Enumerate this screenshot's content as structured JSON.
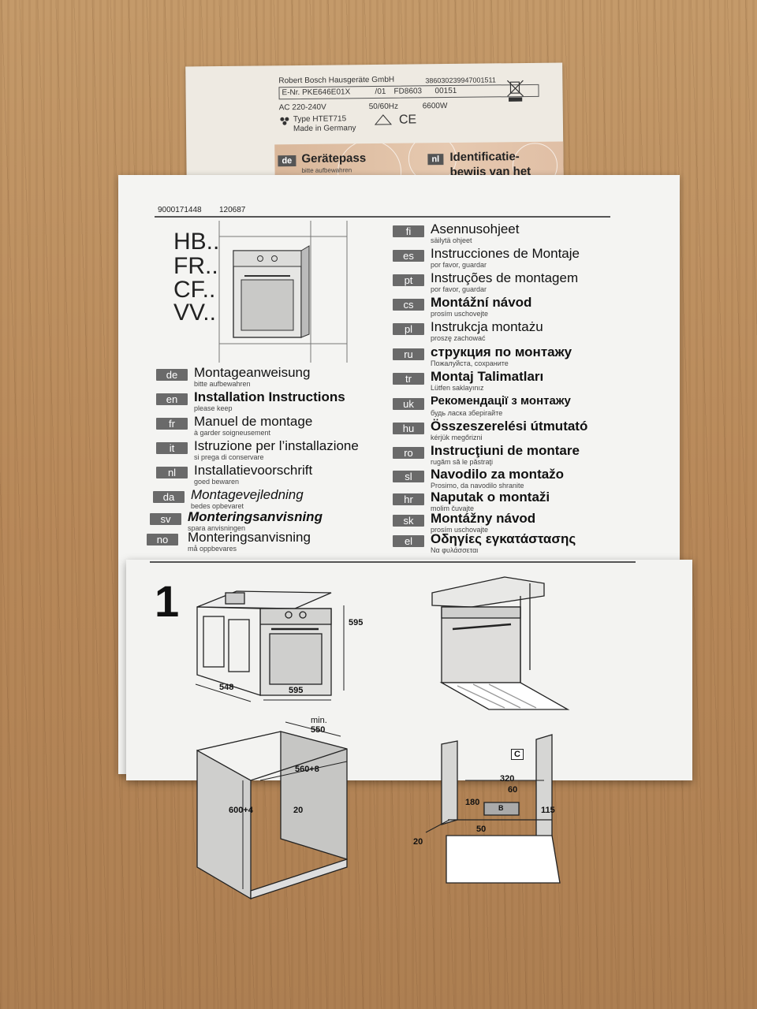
{
  "rating_plate": {
    "manufacturer": "Robert Bosch Hausgeräte GmbH",
    "serial": "386030239947001511",
    "enr": "E-Nr. PKE646E01X",
    "rev": "/01",
    "fd": "FD8603",
    "counter": "00151",
    "voltage": "AC 220-240V",
    "frequency": "50/60Hz",
    "power": "6600W",
    "type": "Type HTET715",
    "made_in": "Made in Germany",
    "ce": "CE",
    "tab_de_code": "de",
    "tab_de_label": "Gerätepass",
    "tab_de_sub": "bitte aufbewahren",
    "tab_nl_code": "nl",
    "tab_nl_label_1": "Identificatie-",
    "tab_nl_label_2": "bewijs van het"
  },
  "booklet": {
    "doc_number": "9000171448",
    "doc_date": "120687",
    "model_codes": [
      "HB..",
      "FR..",
      "CF..",
      "VV.."
    ],
    "left_languages": [
      {
        "code": "de",
        "name": "Montageanweisung",
        "sub": "bitte aufbewahren"
      },
      {
        "code": "en",
        "name": "Installation Instructions",
        "sub": "please keep"
      },
      {
        "code": "fr",
        "name": "Manuel de montage",
        "sub": "à garder soigneusement"
      },
      {
        "code": "it",
        "name": "Istruzione per l’installazione",
        "sub": "si prega di conservare"
      },
      {
        "code": "nl",
        "name": "Installatievoorschrift",
        "sub": "goed bewaren"
      },
      {
        "code": "da",
        "name": "Montagevejledning",
        "sub": "bedes opbevaret"
      },
      {
        "code": "sv",
        "name": "Monteringsanvisning",
        "sub": "spara anvisningen"
      },
      {
        "code": "no",
        "name": "Monteringsanvisning",
        "sub": "må oppbevares"
      }
    ],
    "right_languages": [
      {
        "code": "fi",
        "name": "Asennusohjeet",
        "sub": "säilytä ohjeet"
      },
      {
        "code": "es",
        "name": "Instrucciones de Montaje",
        "sub": "por favor, guardar"
      },
      {
        "code": "pt",
        "name": "Instruções de montagem",
        "sub": "por favor, guardar"
      },
      {
        "code": "cs",
        "name": "Montážní návod",
        "sub": "prosím uschovejte"
      },
      {
        "code": "pl",
        "name": "Instrukcja montażu",
        "sub": "proszę zachować"
      },
      {
        "code": "ru",
        "name": "струкция по монтажу",
        "sub": "Пожалуйста, сохраните"
      },
      {
        "code": "tr",
        "name": "Montaj Talimatları",
        "sub": "Lütfen saklayınız"
      },
      {
        "code": "uk",
        "name": "Рекомендації з монтажу",
        "sub": "будь ласка зберігайте"
      },
      {
        "code": "hu",
        "name": "Összeszerelési útmutató",
        "sub": "kérjük megőrizni"
      },
      {
        "code": "ro",
        "name": "Instrucţiuni de montare",
        "sub": "rugăm să le păstraţi"
      },
      {
        "code": "sl",
        "name": "Navodilo za montažo",
        "sub": "Prosimo, da navodilo shranite"
      },
      {
        "code": "hr",
        "name": "Naputak o montaži",
        "sub": "molim čuvajte"
      },
      {
        "code": "sk",
        "name": "Montážny návod",
        "sub": "prosím uschovajte"
      },
      {
        "code": "el",
        "name": "Οδηγίες εγκατάστασης",
        "sub": "Να φυλάσσεται"
      }
    ],
    "step_number": "1",
    "dims": {
      "height": "595",
      "depth": "548",
      "width": "595",
      "min": "min.",
      "min_val": "550",
      "niche_w": "560+8",
      "niche_h": "600+4",
      "gap": "20",
      "d320": "320",
      "d60": "60",
      "d180": "180",
      "d115": "115",
      "d50": "50",
      "d20": "20",
      "callout_c": "C",
      "callout_b": "B"
    }
  }
}
